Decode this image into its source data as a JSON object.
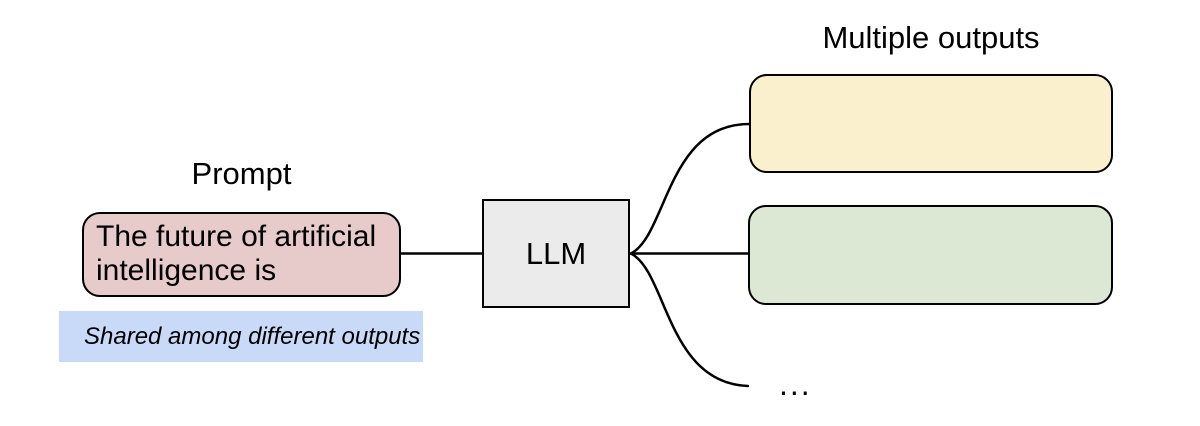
{
  "diagram": {
    "prompt": {
      "label": "Prompt",
      "box_text": "The future of artificial intelligence is",
      "note": "Shared among different outputs"
    },
    "llm": {
      "label": "LLM"
    },
    "outputs": {
      "label": "Multiple outputs",
      "ellipsis": "..."
    },
    "colors": {
      "prompt_fill": "#e7caca",
      "note_highlight": "#c9d9f8",
      "llm_fill": "#ebebeb",
      "output_top_fill": "#faf0ce",
      "output_middle_fill": "#dde8d4",
      "stroke": "#000000"
    }
  }
}
